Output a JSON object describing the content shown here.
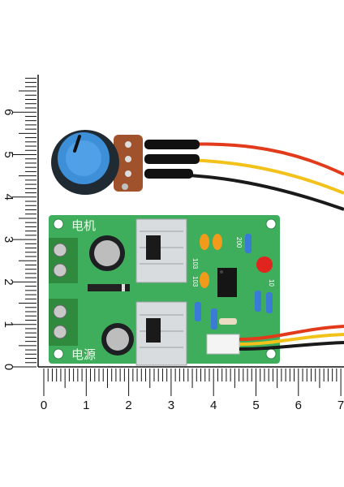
{
  "ruler": {
    "horizontal_numbers": [
      "0",
      "1",
      "2",
      "3",
      "4",
      "5",
      "6",
      "7"
    ],
    "vertical_numbers": [
      "0",
      "1",
      "2",
      "3",
      "4",
      "5",
      "6"
    ]
  },
  "board": {
    "label_motor": "电机",
    "label_power": "电源",
    "silk_labels": [
      "103",
      "103",
      "200",
      "10"
    ]
  },
  "colors": {
    "pcb": "#3fae5c",
    "terminal": "#2f8a3e",
    "knob": "#3d8fd8",
    "wire_red": "#e23b1c",
    "wire_yellow": "#f2c21a",
    "wire_black": "#1a1a1a"
  }
}
